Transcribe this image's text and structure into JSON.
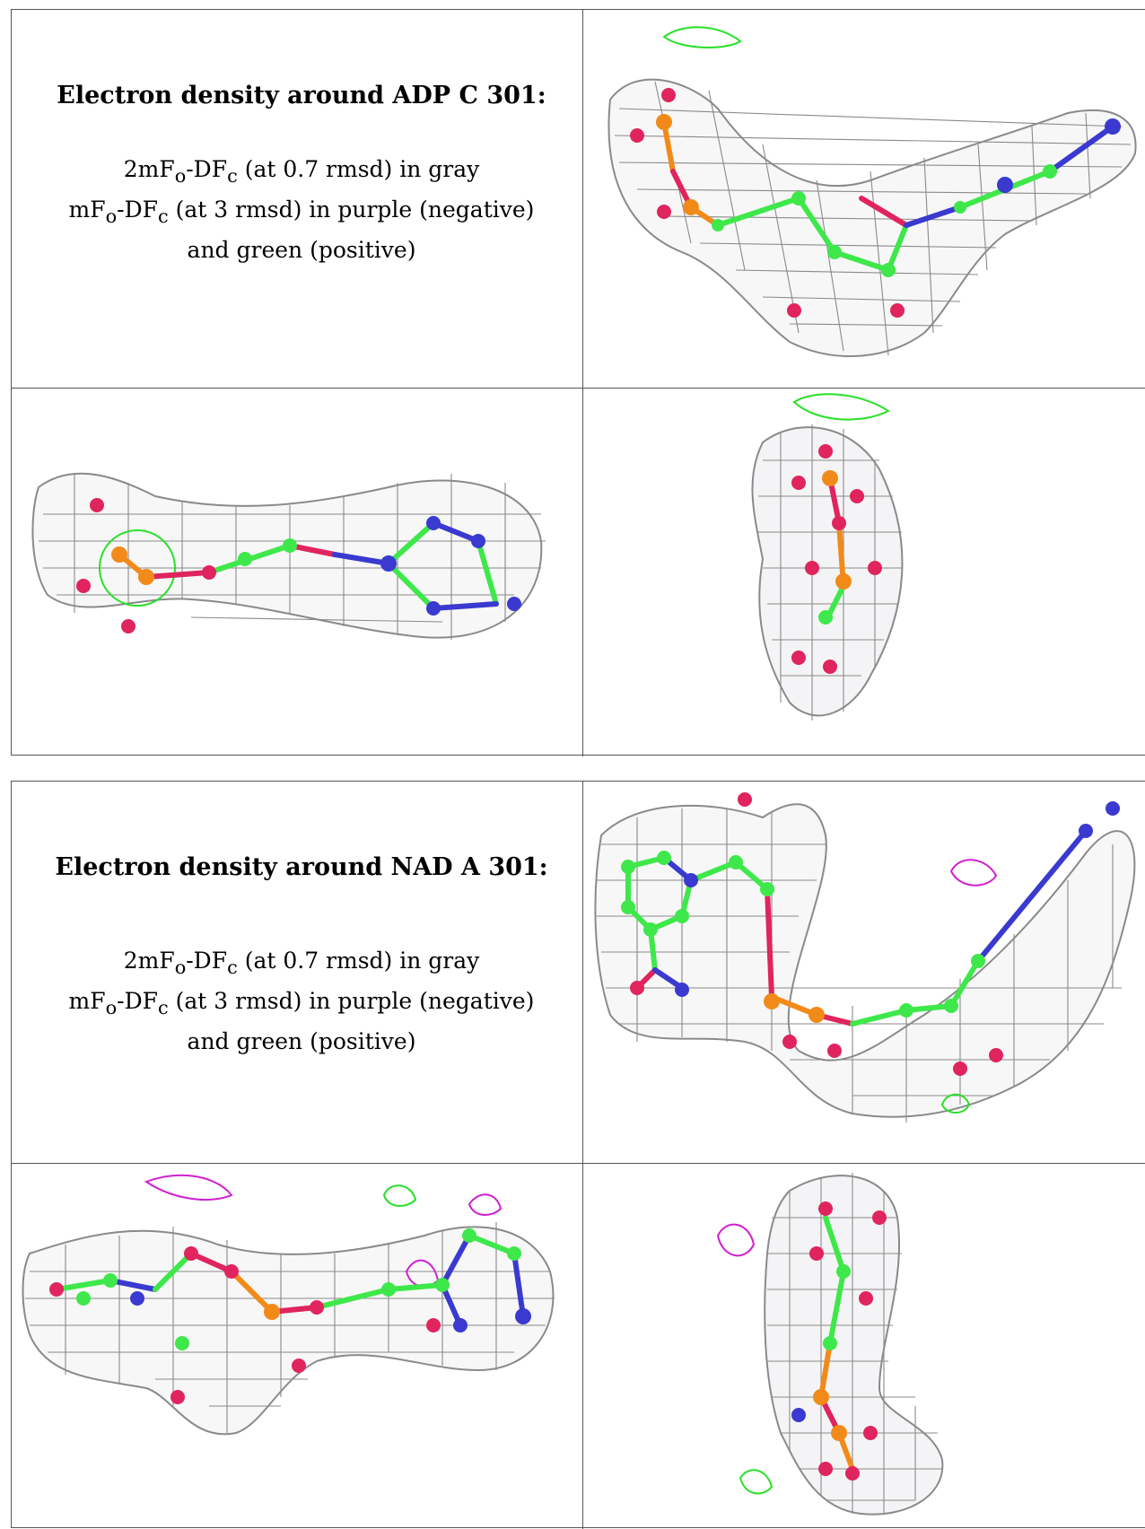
{
  "panels": [
    {
      "title": "Electron density around ADP C 301:",
      "legend": [
        {
          "prefix": "2mF",
          "sub1": "o",
          "mid": "-DF",
          "sub2": "c",
          "rest": " (at 0.7 rmsd) in gray"
        },
        {
          "prefix": "mF",
          "sub1": "o",
          "mid": "-DF",
          "sub2": "c",
          "rest": " (at 3 rmsd) in purple (negative)"
        },
        {
          "text": "and green (positive)"
        }
      ]
    },
    {
      "title": "Electron density around NAD A 301:",
      "legend": [
        {
          "prefix": "2mF",
          "sub1": "o",
          "mid": "-DF",
          "sub2": "c",
          "rest": " (at 0.7 rmsd) in gray"
        },
        {
          "prefix": "mF",
          "sub1": "o",
          "mid": "-DF",
          "sub2": "c",
          "rest": " (at 3 rmsd) in purple (negative)"
        },
        {
          "text": "and green (positive)"
        }
      ]
    }
  ],
  "colors": {
    "mesh_gray": "#8a8a8a",
    "carbon_green": "#3ee84a",
    "oxygen_red": "#e0245e",
    "phosphorus_orange": "#f28a1a",
    "nitrogen_blue": "#3a3ad0",
    "positive_green": "#28e028",
    "negative_purple": "#d020d0"
  }
}
